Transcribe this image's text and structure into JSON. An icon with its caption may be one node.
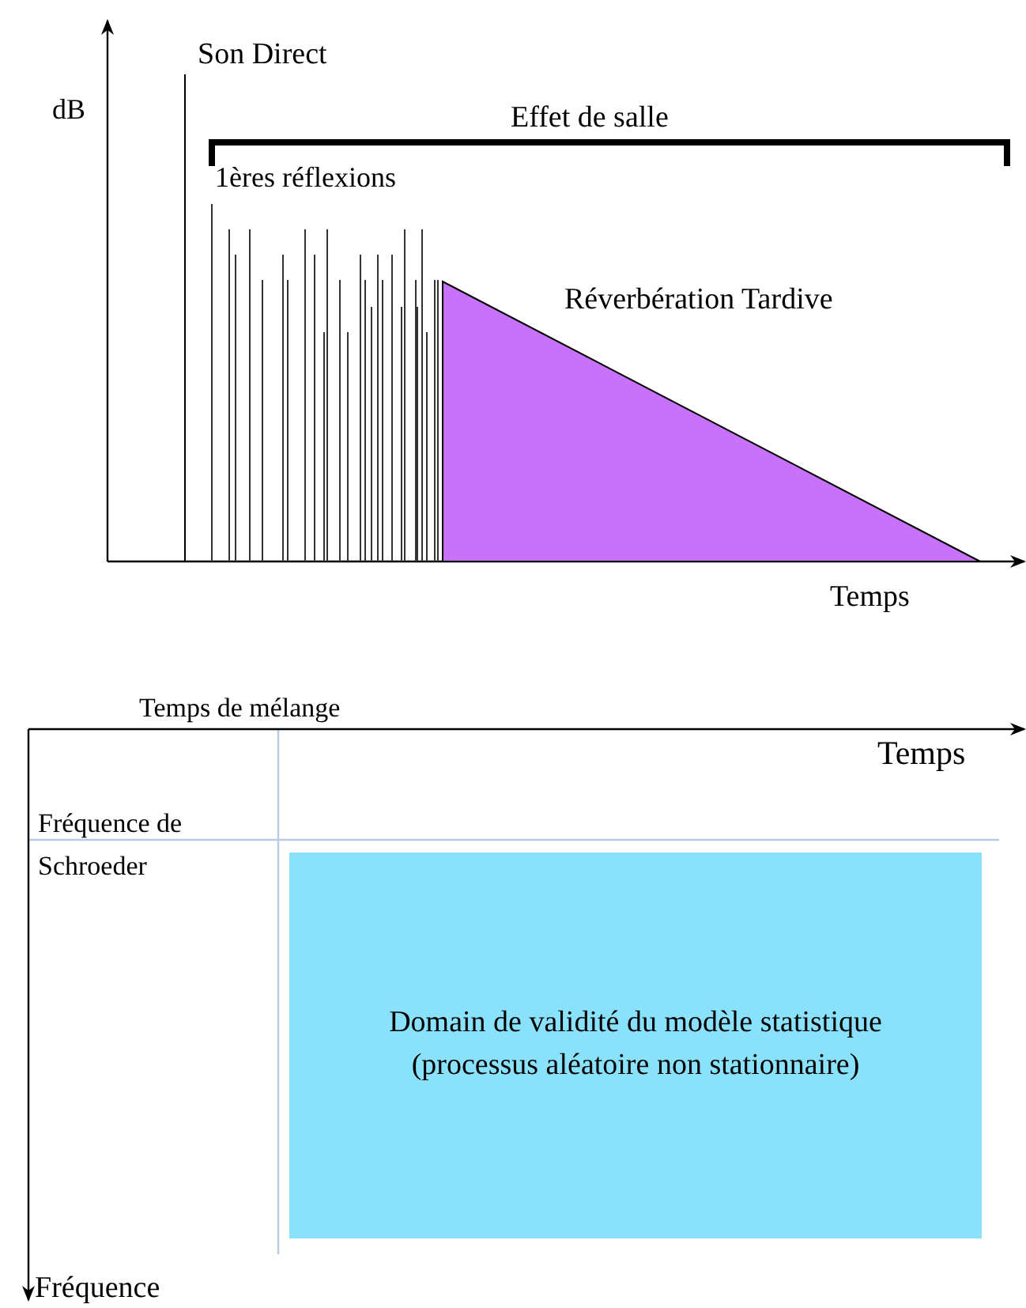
{
  "diagram": {
    "nodes": [
      {
        "text": [
          "Domain de validité du modèle statistique (processus aléatoire non stationnaire)"
        ]
      }
    ],
    "labels": [
      "Son Direct",
      "dB",
      "Effet de salle",
      "1ères réflexions",
      "Réverbération Tardive",
      "Temps",
      "Temps de mélange",
      "Temps",
      "Fréquence de Schroeder",
      "Fréquence"
    ]
  }
}
